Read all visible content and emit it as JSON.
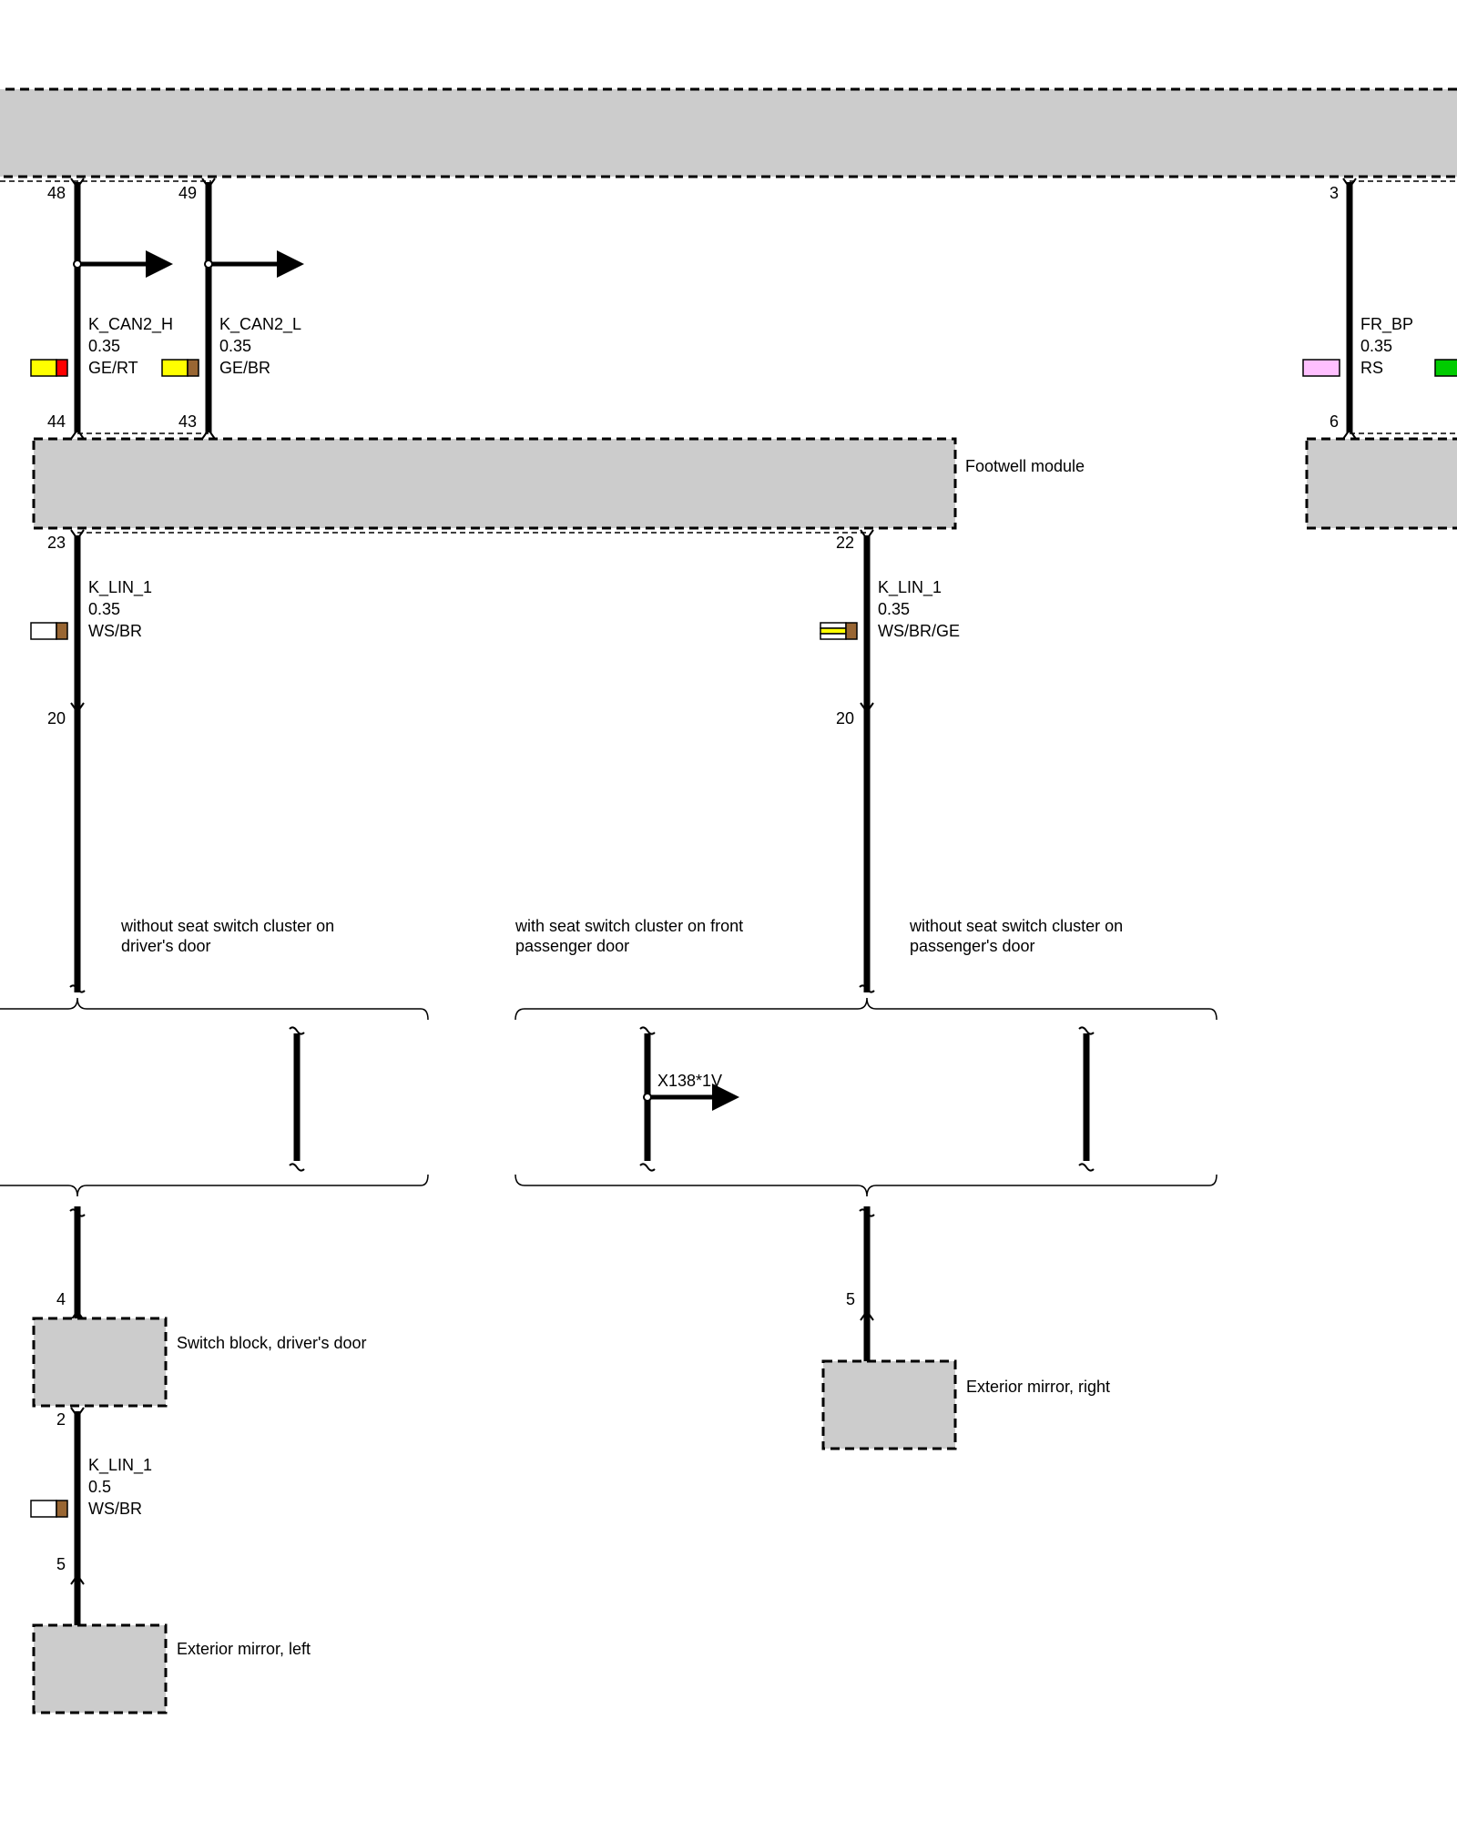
{
  "pins": {
    "p48": "48",
    "p49": "49",
    "p3": "3",
    "p44": "44",
    "p43": "43",
    "p6": "6",
    "p23": "23",
    "p22": "22",
    "p20a": "20",
    "p20b": "20",
    "p4": "4",
    "p2": "2",
    "p5a": "5",
    "p5b": "5"
  },
  "wires": {
    "can_h": {
      "signal": "K_CAN2_H",
      "gauge": "0.35",
      "color": "GE/RT",
      "swatch": [
        "#ffff00",
        "#ff0000"
      ]
    },
    "can_l": {
      "signal": "K_CAN2_L",
      "gauge": "0.35",
      "color": "GE/BR",
      "swatch": [
        "#ffff00",
        "#996633"
      ]
    },
    "fr_bp": {
      "signal": "FR_BP",
      "gauge": "0.35",
      "color": "RS",
      "swatch": [
        "#ffc0ff"
      ]
    },
    "lin_left": {
      "signal": "K_LIN_1",
      "gauge": "0.35",
      "color": "WS/BR",
      "swatch": [
        "#ffffff",
        "#996633"
      ]
    },
    "lin_right": {
      "signal": "K_LIN_1",
      "gauge": "0.35",
      "color": "WS/BR/GE",
      "swatch": [
        "#ffffff",
        "#996633",
        "#ffff00"
      ]
    },
    "lin_mirror": {
      "signal": "K_LIN_1",
      "gauge": "0.5",
      "color": "WS/BR",
      "swatch": [
        "#ffffff",
        "#996633"
      ]
    },
    "green_swatch": "#00cc00"
  },
  "components": {
    "footwell": "Footwell module",
    "switch_block": "Switch block, driver's door",
    "mirror_left": "Exterior mirror, left",
    "mirror_right": "Exterior mirror, right"
  },
  "variants": {
    "driver_line1": "without seat switch cluster on",
    "driver_line2": "driver's door",
    "front_line1": "with seat switch cluster on front",
    "front_line2": "passenger door",
    "passenger_line1": "without seat switch cluster on",
    "passenger_line2": "passenger's door"
  },
  "connector": "X138*1V"
}
